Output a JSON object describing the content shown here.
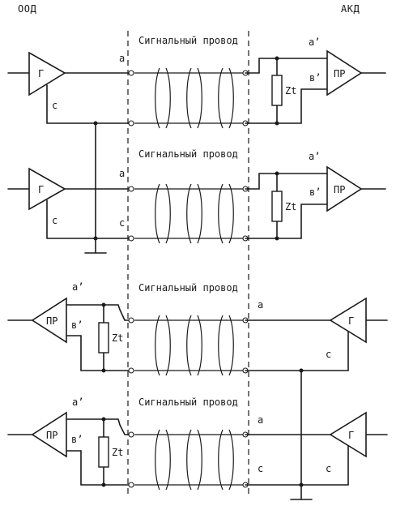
{
  "header": {
    "left": "ООД",
    "right": "АКД"
  },
  "labels": {
    "signal_wire": "Сигнальный провод",
    "generator": "Г",
    "receiver": "ПР",
    "zt": "Zt",
    "a": "a",
    "a_prime": "a’",
    "b_prime": "в’",
    "c": "c"
  }
}
